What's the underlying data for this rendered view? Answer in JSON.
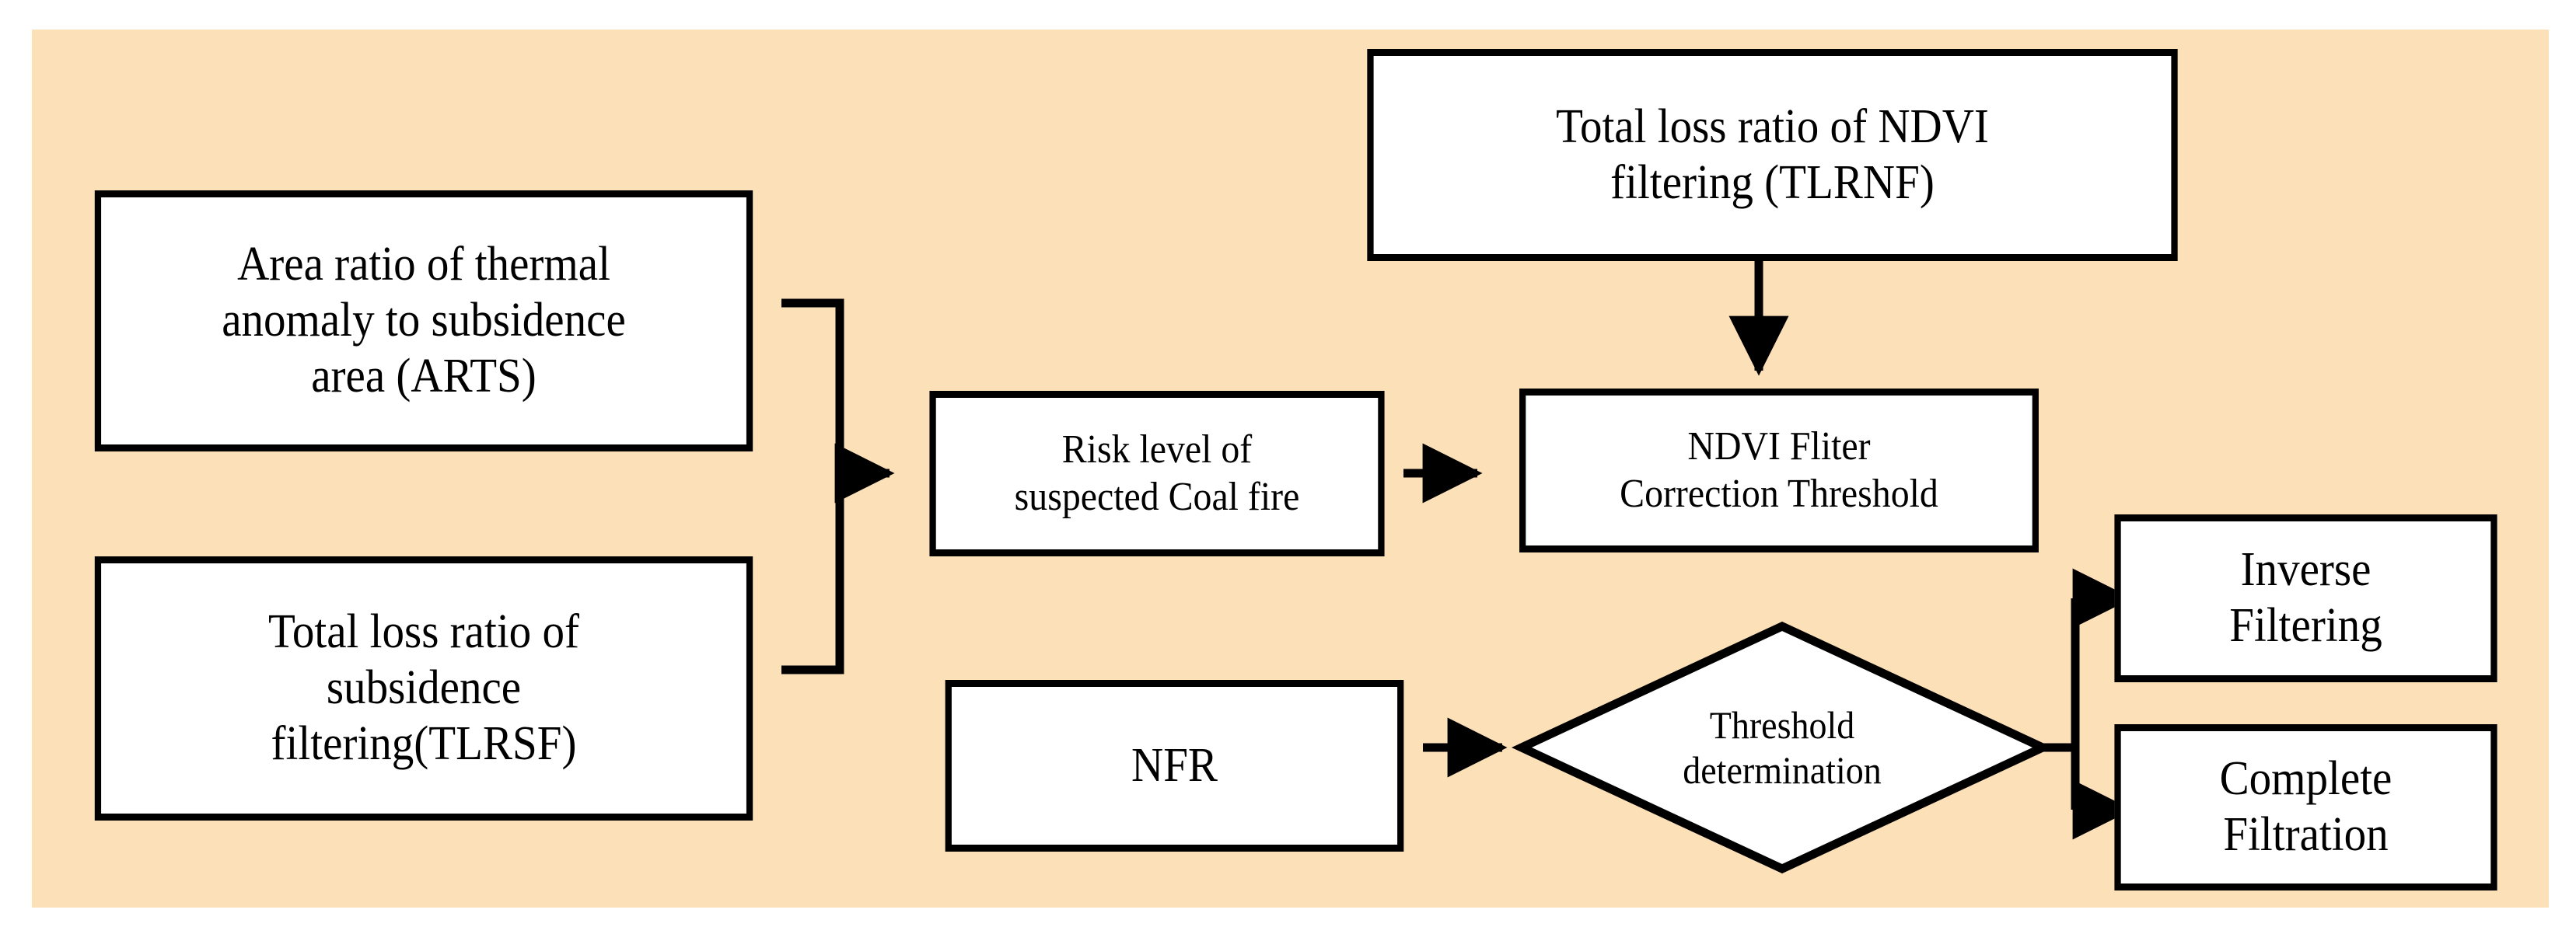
{
  "diagram": {
    "title": "Coal fire NDVI filtering decision flowchart",
    "background_color": "#FCE0B8",
    "node_fill": "#FFFFFF",
    "stroke_color": "#000000"
  },
  "nodes": {
    "arts": {
      "label": "Area ratio of thermal\nanomaly  to subsidence\narea (ARTS)",
      "shape": "rectangle",
      "font_size": 62
    },
    "tlrsf": {
      "label": "Total loss ratio of\nsubsidence\nfiltering(TLRSF)",
      "shape": "rectangle",
      "font_size": 62
    },
    "risk_level": {
      "label": "Risk level of\nsuspected Coal fire",
      "shape": "rectangle",
      "font_size": 52
    },
    "tlrnf": {
      "label": "Total loss ratio of NDVI\nfiltering (TLRNF)",
      "shape": "rectangle",
      "font_size": 62
    },
    "ndvi_threshold": {
      "label": "NDVI Fliter\nCorrection Threshold",
      "shape": "rectangle",
      "font_size": 52
    },
    "nfr": {
      "label": "NFR",
      "shape": "rectangle",
      "font_size": 62
    },
    "threshold_determination": {
      "label": "Threshold\ndetermination",
      "shape": "diamond",
      "font_size": 50
    },
    "inverse_filtering": {
      "label": "Inverse\nFiltering",
      "shape": "rectangle",
      "font_size": 62
    },
    "complete_filtration": {
      "label": "Complete\nFiltration",
      "shape": "rectangle",
      "font_size": 62
    }
  },
  "edges": [
    {
      "name": "arts-to-risk",
      "from": "arts",
      "to": "risk_level",
      "style": "elbow-merge",
      "arrow": true
    },
    {
      "name": "tlrsf-to-risk",
      "from": "tlrsf",
      "to": "risk_level",
      "style": "elbow-merge",
      "arrow": true
    },
    {
      "name": "risk-to-ndvi-threshold",
      "from": "risk_level",
      "to": "ndvi_threshold",
      "style": "straight",
      "arrow": true
    },
    {
      "name": "tlrnf-to-ndvi-threshold",
      "from": "tlrnf",
      "to": "ndvi_threshold",
      "style": "straight-down",
      "arrow": true
    },
    {
      "name": "nfr-to-threshold-determination",
      "from": "nfr",
      "to": "threshold_determination",
      "style": "straight",
      "arrow": true
    },
    {
      "name": "threshold-to-inverse-filtering",
      "from": "threshold_determination",
      "to": "inverse_filtering",
      "style": "elbow-branch",
      "arrow": true
    },
    {
      "name": "threshold-to-complete-filtration",
      "from": "threshold_determination",
      "to": "complete_filtration",
      "style": "elbow-branch",
      "arrow": true
    }
  ]
}
